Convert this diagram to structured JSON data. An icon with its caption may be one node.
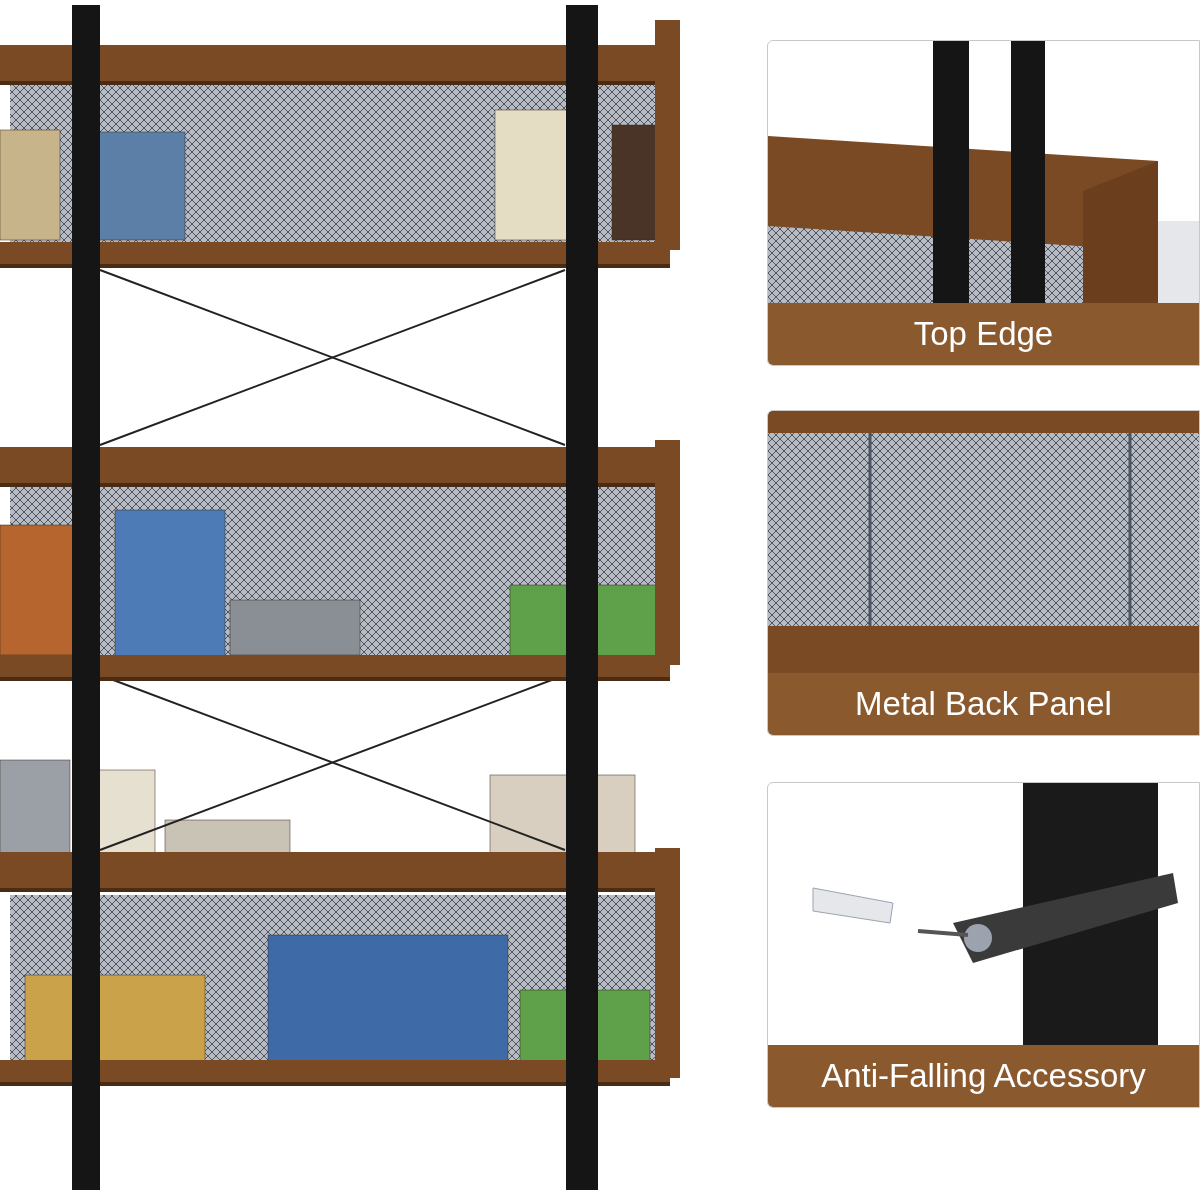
{
  "diagram": {
    "nodes": [
      {
        "text": [
          "Top Edge"
        ]
      },
      {
        "text": [
          "Metal Back Panel"
        ]
      },
      {
        "text": [
          "Anti-Falling Accessory"
        ]
      }
    ]
  }
}
